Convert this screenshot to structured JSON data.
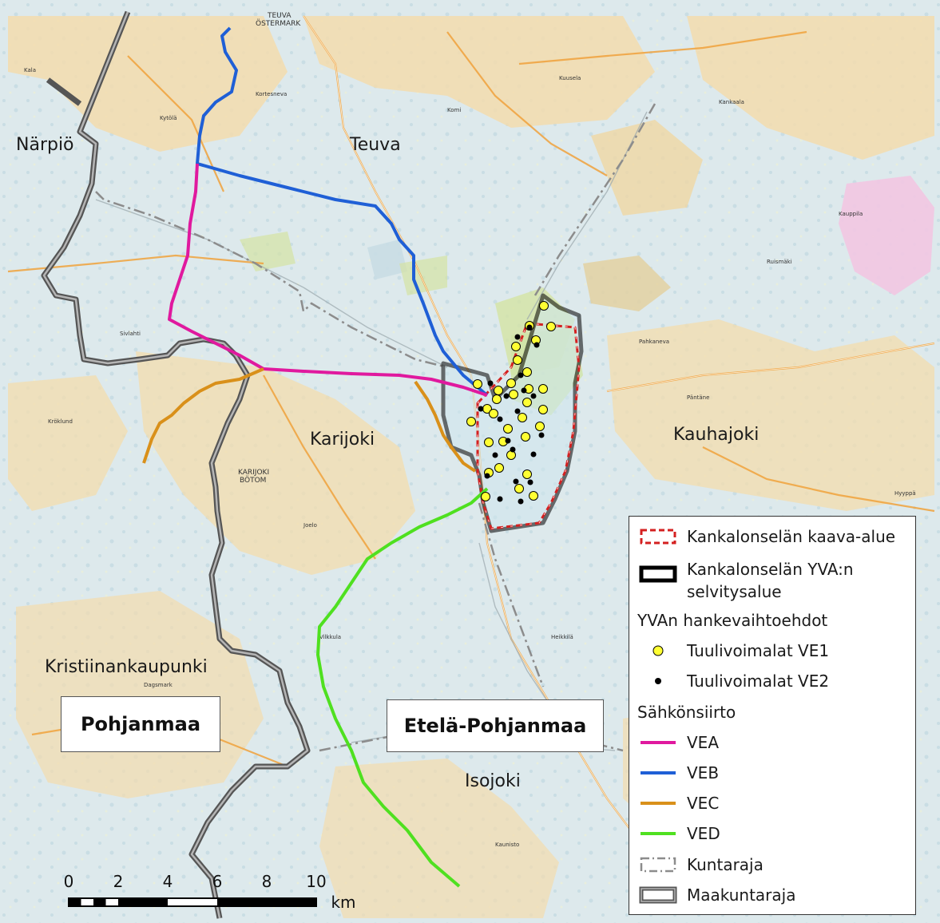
{
  "places": {
    "narpio": "Närpiö",
    "teuva": "Teuva",
    "karijoki": "Karijoki",
    "kauhajoki": "Kauhajoki",
    "kristiinankaupunki": "Kristiinankaupunki",
    "isojoki": "Isojoki",
    "teuva_ostermark": "TEUVA\nÖSTERMARK",
    "karijoki_botom": "KARIJOKI\nBÖTOM"
  },
  "regions": {
    "pohjanmaa": "Pohjanmaa",
    "etela_pohjanmaa": "Etelä-Pohjanmaa"
  },
  "legend": {
    "kaava_alue": "Kankalonselän kaava-alue",
    "yva_line1": "Kankalonselän YVA:n",
    "yva_line2": "selvitysalue",
    "hankevaihtoehdot": "YVAn hankevaihtoehdot",
    "ve1": "Tuulivoimalat VE1",
    "ve2": "Tuulivoimalat VE2",
    "sahkonsiirto": "Sähkönsiirto",
    "vea": "VEA",
    "veb": "VEB",
    "vec": "VEC",
    "ved": "VED",
    "kuntaraja": "Kuntaraja",
    "maakuntaraja": "Maakuntaraja"
  },
  "scale": {
    "ticks": [
      "0",
      "2",
      "4",
      "6",
      "8",
      "10"
    ],
    "unit": "km"
  },
  "colors": {
    "vea": "#e0199e",
    "veb": "#1f5fd6",
    "vec": "#d9901a",
    "ved": "#4fe020",
    "kaava": "#d42020",
    "maakuntaraja": "#555555",
    "ve1": "#ffff33",
    "ve2": "#000000"
  }
}
